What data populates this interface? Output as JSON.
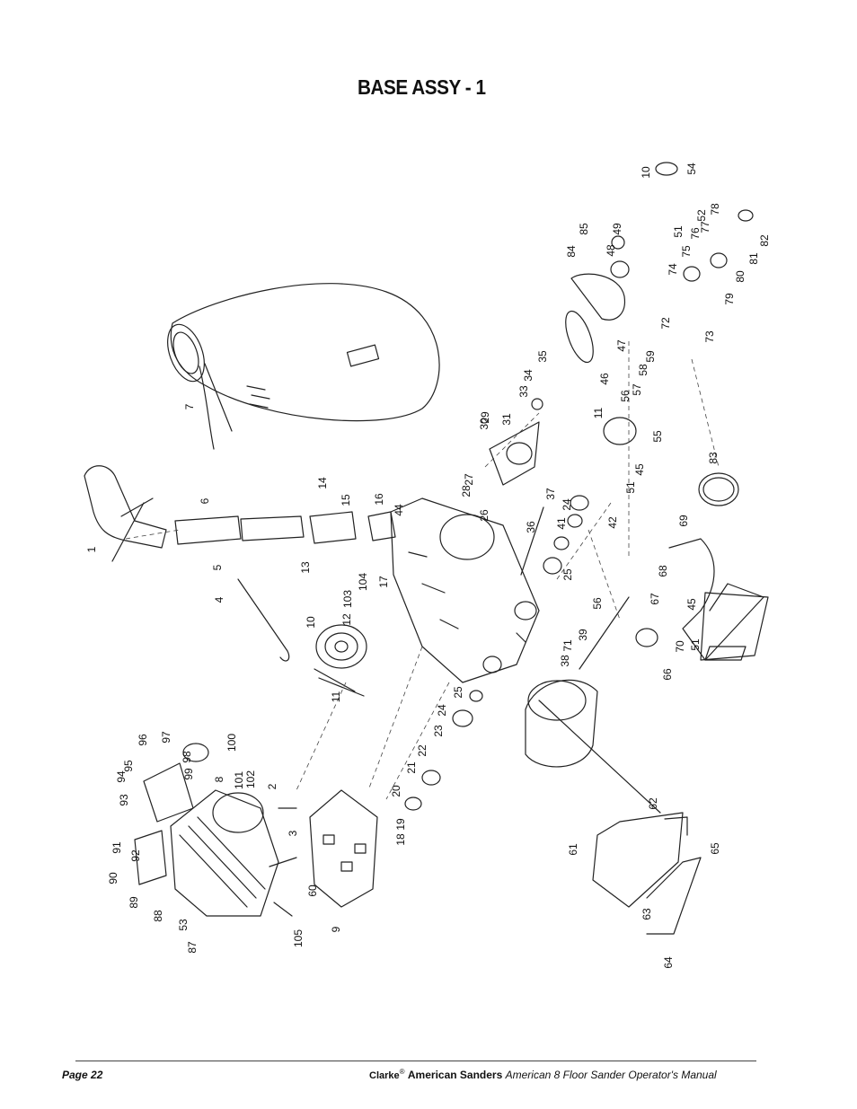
{
  "page": {
    "title": "BASE ASSY - 1",
    "footer": {
      "page_label": "Page  22",
      "brand": "Clarke",
      "registered_mark": "®",
      "company": "American Sanders",
      "manual_title": "American  8  Floor Sander  Operator's  Manual"
    }
  },
  "diagram": {
    "callouts": [
      {
        "label": "1"
      },
      {
        "label": "2"
      },
      {
        "label": "3"
      },
      {
        "label": "4"
      },
      {
        "label": "5"
      },
      {
        "label": "6"
      },
      {
        "label": "7"
      },
      {
        "label": "8"
      },
      {
        "label": "9"
      },
      {
        "label": "10"
      },
      {
        "label": "10"
      },
      {
        "label": "11"
      },
      {
        "label": "11"
      },
      {
        "label": "12"
      },
      {
        "label": "13"
      },
      {
        "label": "14"
      },
      {
        "label": "15"
      },
      {
        "label": "16"
      },
      {
        "label": "17"
      },
      {
        "label": "18"
      },
      {
        "label": "19"
      },
      {
        "label": "20"
      },
      {
        "label": "21"
      },
      {
        "label": "22"
      },
      {
        "label": "23"
      },
      {
        "label": "24"
      },
      {
        "label": "24"
      },
      {
        "label": "25"
      },
      {
        "label": "25"
      },
      {
        "label": "26"
      },
      {
        "label": "27"
      },
      {
        "label": "28"
      },
      {
        "label": "29"
      },
      {
        "label": "30"
      },
      {
        "label": "31"
      },
      {
        "label": "33"
      },
      {
        "label": "34"
      },
      {
        "label": "35"
      },
      {
        "label": "36"
      },
      {
        "label": "37"
      },
      {
        "label": "38"
      },
      {
        "label": "39"
      },
      {
        "label": "41"
      },
      {
        "label": "42"
      },
      {
        "label": "44"
      },
      {
        "label": "45"
      },
      {
        "label": "45"
      },
      {
        "label": "46"
      },
      {
        "label": "47"
      },
      {
        "label": "48"
      },
      {
        "label": "49"
      },
      {
        "label": "51"
      },
      {
        "label": "51"
      },
      {
        "label": "51"
      },
      {
        "label": "52"
      },
      {
        "label": "53"
      },
      {
        "label": "54"
      },
      {
        "label": "55"
      },
      {
        "label": "56"
      },
      {
        "label": "56"
      },
      {
        "label": "57"
      },
      {
        "label": "58"
      },
      {
        "label": "59"
      },
      {
        "label": "60"
      },
      {
        "label": "61"
      },
      {
        "label": "62"
      },
      {
        "label": "63"
      },
      {
        "label": "64"
      },
      {
        "label": "65"
      },
      {
        "label": "66"
      },
      {
        "label": "67"
      },
      {
        "label": "68"
      },
      {
        "label": "69"
      },
      {
        "label": "70"
      },
      {
        "label": "71"
      },
      {
        "label": "72"
      },
      {
        "label": "73"
      },
      {
        "label": "74"
      },
      {
        "label": "75"
      },
      {
        "label": "76"
      },
      {
        "label": "77"
      },
      {
        "label": "78"
      },
      {
        "label": "79"
      },
      {
        "label": "80"
      },
      {
        "label": "81"
      },
      {
        "label": "82"
      },
      {
        "label": "83"
      },
      {
        "label": "84"
      },
      {
        "label": "85"
      },
      {
        "label": "87"
      },
      {
        "label": "88"
      },
      {
        "label": "89"
      },
      {
        "label": "90"
      },
      {
        "label": "91"
      },
      {
        "label": "92"
      },
      {
        "label": "93"
      },
      {
        "label": "94"
      },
      {
        "label": "95"
      },
      {
        "label": "96"
      },
      {
        "label": "97"
      },
      {
        "label": "98"
      },
      {
        "label": "99"
      },
      {
        "label": "100"
      },
      {
        "label": "101"
      },
      {
        "label": "102"
      },
      {
        "label": "103"
      },
      {
        "label": "104"
      },
      {
        "label": "105"
      }
    ]
  }
}
